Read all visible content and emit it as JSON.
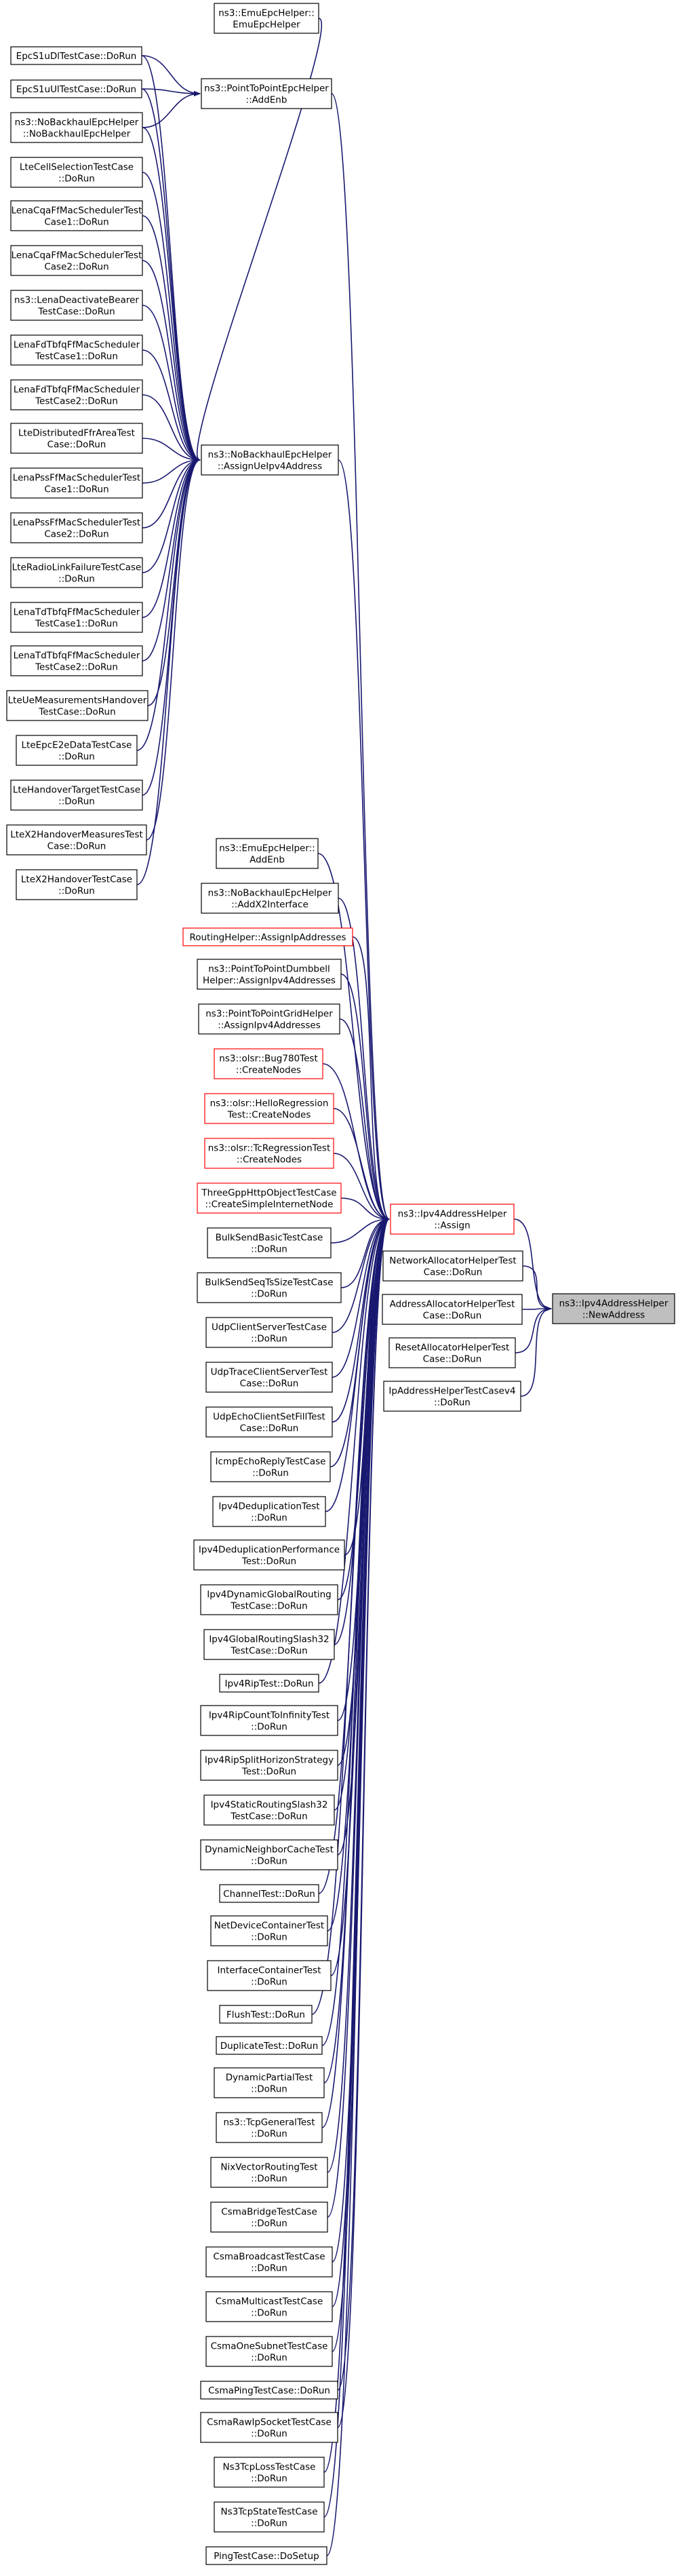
{
  "graph": {
    "root": "ipv4-newaddress",
    "nodes": [
      {
        "id": "emu-emuepchelper",
        "lines": [
          "ns3::EmuEpcHelper::",
          "EmuEpcHelper"
        ],
        "outline": "black"
      },
      {
        "id": "epcs1u-dl",
        "lines": [
          "EpcS1uDlTestCase::DoRun"
        ],
        "outline": "black"
      },
      {
        "id": "p2p-addenb",
        "lines": [
          "ns3::PointToPointEpcHelper",
          "::AddEnb"
        ],
        "outline": "black"
      },
      {
        "id": "epcs1u-ul",
        "lines": [
          "EpcS1uUlTestCase::DoRun"
        ],
        "outline": "black"
      },
      {
        "id": "nobackhaul-ctor",
        "lines": [
          "ns3::NoBackhaulEpcHelper",
          "::NoBackhaulEpcHelper"
        ],
        "outline": "black"
      },
      {
        "id": "ltecellselection",
        "lines": [
          "LteCellSelectionTestCase",
          "::DoRun"
        ],
        "outline": "black"
      },
      {
        "id": "lenacqa1",
        "lines": [
          "LenaCqaFfMacSchedulerTest",
          "Case1::DoRun"
        ],
        "outline": "black"
      },
      {
        "id": "lenacqa2",
        "lines": [
          "LenaCqaFfMacSchedulerTest",
          "Case2::DoRun"
        ],
        "outline": "black"
      },
      {
        "id": "lenadeactivate",
        "lines": [
          "ns3::LenaDeactivateBearer",
          "TestCase::DoRun"
        ],
        "outline": "black"
      },
      {
        "id": "lenafdtbfq1",
        "lines": [
          "LenaFdTbfqFfMacScheduler",
          "TestCase1::DoRun"
        ],
        "outline": "black"
      },
      {
        "id": "lenafdtbfq2",
        "lines": [
          "LenaFdTbfqFfMacScheduler",
          "TestCase2::DoRun"
        ],
        "outline": "black"
      },
      {
        "id": "ltedistributedffr",
        "lines": [
          "LteDistributedFfrAreaTest",
          "Case::DoRun"
        ],
        "outline": "black"
      },
      {
        "id": "nobackhaul-assignue",
        "lines": [
          "ns3::NoBackhaulEpcHelper",
          "::AssignUeIpv4Address"
        ],
        "outline": "black"
      },
      {
        "id": "lenapss1",
        "lines": [
          "LenaPssFfMacSchedulerTest",
          "Case1::DoRun"
        ],
        "outline": "black"
      },
      {
        "id": "lenapss2",
        "lines": [
          "LenaPssFfMacSchedulerTest",
          "Case2::DoRun"
        ],
        "outline": "black"
      },
      {
        "id": "lteradiolink",
        "lines": [
          "LteRadioLinkFailureTestCase",
          "::DoRun"
        ],
        "outline": "black"
      },
      {
        "id": "lenatdtbfq1",
        "lines": [
          "LenaTdTbfqFfMacScheduler",
          "TestCase1::DoRun"
        ],
        "outline": "black"
      },
      {
        "id": "lenatdtbfq2",
        "lines": [
          "LenaTdTbfqFfMacScheduler",
          "TestCase2::DoRun"
        ],
        "outline": "black"
      },
      {
        "id": "lteuemeasurements",
        "lines": [
          "LteUeMeasurementsHandover",
          "TestCase::DoRun"
        ],
        "outline": "black"
      },
      {
        "id": "lteepce2edata",
        "lines": [
          "LteEpcE2eDataTestCase",
          "::DoRun"
        ],
        "outline": "black"
      },
      {
        "id": "ltehandovertarget",
        "lines": [
          "LteHandoverTargetTestCase",
          "::DoRun"
        ],
        "outline": "black"
      },
      {
        "id": "ltex2measures",
        "lines": [
          "LteX2HandoverMeasuresTest",
          "Case::DoRun"
        ],
        "outline": "black"
      },
      {
        "id": "ltex2handover",
        "lines": [
          "LteX2HandoverTestCase",
          "::DoRun"
        ],
        "outline": "black"
      },
      {
        "id": "emu-addenb",
        "lines": [
          "ns3::EmuEpcHelper::",
          "AddEnb"
        ],
        "outline": "black"
      },
      {
        "id": "nobackhaul-addx2",
        "lines": [
          "ns3::NoBackhaulEpcHelper",
          "::AddX2Interface"
        ],
        "outline": "black"
      },
      {
        "id": "routinghelper",
        "lines": [
          "RoutingHelper::AssignIpAddresses"
        ],
        "outline": "red"
      },
      {
        "id": "p2pdumbbell",
        "lines": [
          "ns3::PointToPointDumbbell",
          "Helper::AssignIpv4Addresses"
        ],
        "outline": "black"
      },
      {
        "id": "p2pgrid",
        "lines": [
          "ns3::PointToPointGridHelper",
          "::AssignIpv4Addresses"
        ],
        "outline": "black"
      },
      {
        "id": "olsr-bug780",
        "lines": [
          "ns3::olsr::Bug780Test",
          "::CreateNodes"
        ],
        "outline": "red"
      },
      {
        "id": "olsr-hello",
        "lines": [
          "ns3::olsr::HelloRegression",
          "Test::CreateNodes"
        ],
        "outline": "red"
      },
      {
        "id": "olsr-tc",
        "lines": [
          "ns3::olsr::TcRegressionTest",
          "::CreateNodes"
        ],
        "outline": "red"
      },
      {
        "id": "threegpphttp",
        "lines": [
          "ThreeGppHttpObjectTestCase",
          "::CreateSimpleInternetNode"
        ],
        "outline": "red"
      },
      {
        "id": "ipv4-assign",
        "lines": [
          "ns3::Ipv4AddressHelper",
          "::Assign"
        ],
        "outline": "red"
      },
      {
        "id": "bulksendbasic",
        "lines": [
          "BulkSendBasicTestCase",
          "::DoRun"
        ],
        "outline": "black"
      },
      {
        "id": "netalloc",
        "lines": [
          "NetworkAllocatorHelperTest",
          "Case::DoRun"
        ],
        "outline": "black"
      },
      {
        "id": "ipv4-newaddress",
        "lines": [
          "ns3::Ipv4AddressHelper",
          "::NewAddress"
        ],
        "outline": "black"
      },
      {
        "id": "bulksendseq",
        "lines": [
          "BulkSendSeqTsSizeTestCase",
          "::DoRun"
        ],
        "outline": "black"
      },
      {
        "id": "addralloc",
        "lines": [
          "AddressAllocatorHelperTest",
          "Case::DoRun"
        ],
        "outline": "black"
      },
      {
        "id": "resetalloc",
        "lines": [
          "ResetAllocatorHelperTest",
          "Case::DoRun"
        ],
        "outline": "black"
      },
      {
        "id": "udpclientserver",
        "lines": [
          "UdpClientServerTestCase",
          "::DoRun"
        ],
        "outline": "black"
      },
      {
        "id": "ipaddrhelperv4",
        "lines": [
          "IpAddressHelperTestCasev4",
          "::DoRun"
        ],
        "outline": "black"
      },
      {
        "id": "udptrace",
        "lines": [
          "UdpTraceClientServerTest",
          "Case::DoRun"
        ],
        "outline": "black"
      },
      {
        "id": "udpecho",
        "lines": [
          "UdpEchoClientSetFillTest",
          "Case::DoRun"
        ],
        "outline": "black"
      },
      {
        "id": "icmpecho",
        "lines": [
          "IcmpEchoReplyTestCase",
          "::DoRun"
        ],
        "outline": "black"
      },
      {
        "id": "ipv4dedup",
        "lines": [
          "Ipv4DeduplicationTest",
          "::DoRun"
        ],
        "outline": "black"
      },
      {
        "id": "ipv4dedupperf",
        "lines": [
          "Ipv4DeduplicationPerformance",
          "Test::DoRun"
        ],
        "outline": "black"
      },
      {
        "id": "ipv4dynglobal",
        "lines": [
          "Ipv4DynamicGlobalRouting",
          "TestCase::DoRun"
        ],
        "outline": "black"
      },
      {
        "id": "ipv4globalslash32",
        "lines": [
          "Ipv4GlobalRoutingSlash32",
          "TestCase::DoRun"
        ],
        "outline": "black"
      },
      {
        "id": "ipv4rip",
        "lines": [
          "Ipv4RipTest::DoRun"
        ],
        "outline": "black"
      },
      {
        "id": "ipv4ripcount",
        "lines": [
          "Ipv4RipCountToInfinityTest",
          "::DoRun"
        ],
        "outline": "black"
      },
      {
        "id": "ipv4ripsplit",
        "lines": [
          "Ipv4RipSplitHorizonStrategy",
          "Test::DoRun"
        ],
        "outline": "black"
      },
      {
        "id": "ipv4staticslash32",
        "lines": [
          "Ipv4StaticRoutingSlash32",
          "TestCase::DoRun"
        ],
        "outline": "black"
      },
      {
        "id": "dynneighbor",
        "lines": [
          "DynamicNeighborCacheTest",
          "::DoRun"
        ],
        "outline": "black"
      },
      {
        "id": "channeltest",
        "lines": [
          "ChannelTest::DoRun"
        ],
        "outline": "black"
      },
      {
        "id": "netdevcontainer",
        "lines": [
          "NetDeviceContainerTest",
          "::DoRun"
        ],
        "outline": "black"
      },
      {
        "id": "ifcontainer",
        "lines": [
          "InterfaceContainerTest",
          "::DoRun"
        ],
        "outline": "black"
      },
      {
        "id": "flushtest",
        "lines": [
          "FlushTest::DoRun"
        ],
        "outline": "black"
      },
      {
        "id": "duplicatetest",
        "lines": [
          "DuplicateTest::DoRun"
        ],
        "outline": "black"
      },
      {
        "id": "dynpartial",
        "lines": [
          "DynamicPartialTest",
          "::DoRun"
        ],
        "outline": "black"
      },
      {
        "id": "tcpgeneral",
        "lines": [
          "ns3::TcpGeneralTest",
          "::DoRun"
        ],
        "outline": "black"
      },
      {
        "id": "nixvector",
        "lines": [
          "NixVectorRoutingTest",
          "::DoRun"
        ],
        "outline": "black"
      },
      {
        "id": "csmabridge",
        "lines": [
          "CsmaBridgeTestCase",
          "::DoRun"
        ],
        "outline": "black"
      },
      {
        "id": "csmabroadcast",
        "lines": [
          "CsmaBroadcastTestCase",
          "::DoRun"
        ],
        "outline": "black"
      },
      {
        "id": "csmamulticast",
        "lines": [
          "CsmaMulticastTestCase",
          "::DoRun"
        ],
        "outline": "black"
      },
      {
        "id": "csmaonesubnet",
        "lines": [
          "CsmaOneSubnetTestCase",
          "::DoRun"
        ],
        "outline": "black"
      },
      {
        "id": "csmaping",
        "lines": [
          "CsmaPingTestCase::DoRun"
        ],
        "outline": "black"
      },
      {
        "id": "csmarawip",
        "lines": [
          "CsmaRawIpSocketTestCase",
          "::DoRun"
        ],
        "outline": "black"
      },
      {
        "id": "ns3tcploss",
        "lines": [
          "Ns3TcpLossTestCase",
          "::DoRun"
        ],
        "outline": "black"
      },
      {
        "id": "ns3tcpstate",
        "lines": [
          "Ns3TcpStateTestCase",
          "::DoRun"
        ],
        "outline": "black"
      },
      {
        "id": "pingtest",
        "lines": [
          "PingTestCase::DoSetup"
        ],
        "outline": "black"
      }
    ],
    "edges": [
      [
        "emu-emuepchelper",
        "nobackhaul-assignue"
      ],
      [
        "epcs1u-dl",
        "p2p-addenb"
      ],
      [
        "epcs1u-dl",
        "nobackhaul-assignue"
      ],
      [
        "epcs1u-ul",
        "p2p-addenb"
      ],
      [
        "epcs1u-ul",
        "nobackhaul-assignue"
      ],
      [
        "nobackhaul-ctor",
        "p2p-addenb"
      ],
      [
        "nobackhaul-ctor",
        "nobackhaul-assignue"
      ],
      [
        "ltecellselection",
        "nobackhaul-assignue"
      ],
      [
        "lenacqa1",
        "nobackhaul-assignue"
      ],
      [
        "lenacqa2",
        "nobackhaul-assignue"
      ],
      [
        "lenadeactivate",
        "nobackhaul-assignue"
      ],
      [
        "lenafdtbfq1",
        "nobackhaul-assignue"
      ],
      [
        "lenafdtbfq2",
        "nobackhaul-assignue"
      ],
      [
        "ltedistributedffr",
        "nobackhaul-assignue"
      ],
      [
        "lenapss1",
        "nobackhaul-assignue"
      ],
      [
        "lenapss2",
        "nobackhaul-assignue"
      ],
      [
        "lteradiolink",
        "nobackhaul-assignue"
      ],
      [
        "lenatdtbfq1",
        "nobackhaul-assignue"
      ],
      [
        "lenatdtbfq2",
        "nobackhaul-assignue"
      ],
      [
        "lteuemeasurements",
        "nobackhaul-assignue"
      ],
      [
        "lteepce2edata",
        "nobackhaul-assignue"
      ],
      [
        "ltehandovertarget",
        "nobackhaul-assignue"
      ],
      [
        "ltex2measures",
        "nobackhaul-assignue"
      ],
      [
        "ltex2handover",
        "nobackhaul-assignue"
      ],
      [
        "p2p-addenb",
        "ipv4-assign"
      ],
      [
        "nobackhaul-assignue",
        "ipv4-assign"
      ],
      [
        "emu-addenb",
        "ipv4-assign"
      ],
      [
        "nobackhaul-addx2",
        "ipv4-assign"
      ],
      [
        "routinghelper",
        "ipv4-assign"
      ],
      [
        "p2pdumbbell",
        "ipv4-assign"
      ],
      [
        "p2pgrid",
        "ipv4-assign"
      ],
      [
        "olsr-bug780",
        "ipv4-assign"
      ],
      [
        "olsr-hello",
        "ipv4-assign"
      ],
      [
        "olsr-tc",
        "ipv4-assign"
      ],
      [
        "threegpphttp",
        "ipv4-assign"
      ],
      [
        "bulksendbasic",
        "ipv4-assign"
      ],
      [
        "bulksendseq",
        "ipv4-assign"
      ],
      [
        "udpclientserver",
        "ipv4-assign"
      ],
      [
        "udptrace",
        "ipv4-assign"
      ],
      [
        "udpecho",
        "ipv4-assign"
      ],
      [
        "icmpecho",
        "ipv4-assign"
      ],
      [
        "ipv4dedup",
        "ipv4-assign"
      ],
      [
        "ipv4dedupperf",
        "ipv4-assign"
      ],
      [
        "ipv4dynglobal",
        "ipv4-assign"
      ],
      [
        "ipv4globalslash32",
        "ipv4-assign"
      ],
      [
        "ipv4rip",
        "ipv4-assign"
      ],
      [
        "ipv4ripcount",
        "ipv4-assign"
      ],
      [
        "ipv4ripsplit",
        "ipv4-assign"
      ],
      [
        "ipv4staticslash32",
        "ipv4-assign"
      ],
      [
        "dynneighbor",
        "ipv4-assign"
      ],
      [
        "channeltest",
        "ipv4-assign"
      ],
      [
        "netdevcontainer",
        "ipv4-assign"
      ],
      [
        "ifcontainer",
        "ipv4-assign"
      ],
      [
        "flushtest",
        "ipv4-assign"
      ],
      [
        "duplicatetest",
        "ipv4-assign"
      ],
      [
        "dynpartial",
        "ipv4-assign"
      ],
      [
        "tcpgeneral",
        "ipv4-assign"
      ],
      [
        "nixvector",
        "ipv4-assign"
      ],
      [
        "csmabridge",
        "ipv4-assign"
      ],
      [
        "csmabroadcast",
        "ipv4-assign"
      ],
      [
        "csmamulticast",
        "ipv4-assign"
      ],
      [
        "csmaonesubnet",
        "ipv4-assign"
      ],
      [
        "csmaping",
        "ipv4-assign"
      ],
      [
        "csmarawip",
        "ipv4-assign"
      ],
      [
        "ns3tcploss",
        "ipv4-assign"
      ],
      [
        "ns3tcpstate",
        "ipv4-assign"
      ],
      [
        "pingtest",
        "ipv4-assign"
      ],
      [
        "ipv4-assign",
        "ipv4-newaddress"
      ],
      [
        "netalloc",
        "ipv4-newaddress"
      ],
      [
        "addralloc",
        "ipv4-newaddress"
      ],
      [
        "resetalloc",
        "ipv4-newaddress"
      ],
      [
        "ipaddrhelperv4",
        "ipv4-newaddress"
      ]
    ],
    "colors": {
      "edge": "#191970",
      "node_border": "#000000",
      "highlight_border": "#ff0000",
      "root_fill": "#bfbfbf",
      "background": "#ffffff"
    }
  }
}
